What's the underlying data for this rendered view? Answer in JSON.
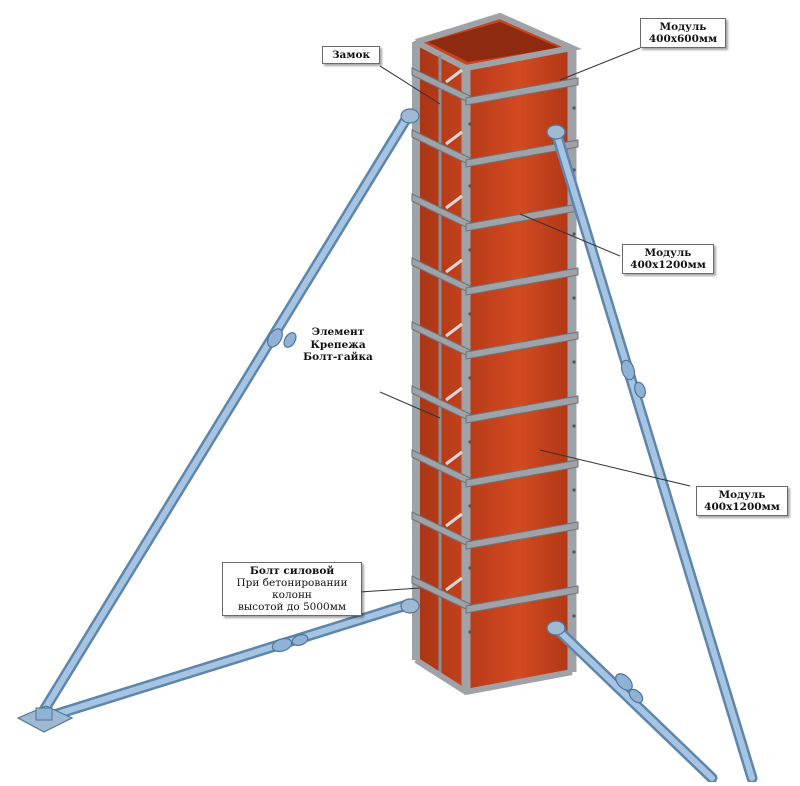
{
  "labels": {
    "lock": "Замок",
    "module_top": [
      "Модуль",
      "400х600мм"
    ],
    "module_mid": [
      "Модуль",
      "400х1200мм"
    ],
    "fastener": [
      "Элемент",
      "Крепежа",
      "Болт-гайка"
    ],
    "module_low": [
      "Модуль",
      "400х1200мм"
    ],
    "power_bolt": {
      "title": "Болт силовой",
      "note": [
        "При бетонировании колонн",
        "высотой до 5000мм"
      ]
    }
  },
  "colors": {
    "frame": "#9fa3a8",
    "frame_dark": "#6e7378",
    "panel": "#c8431e",
    "panel_dark": "#9c2f12",
    "brace": "#8fb3d4",
    "brace_dark": "#5d86ad"
  }
}
